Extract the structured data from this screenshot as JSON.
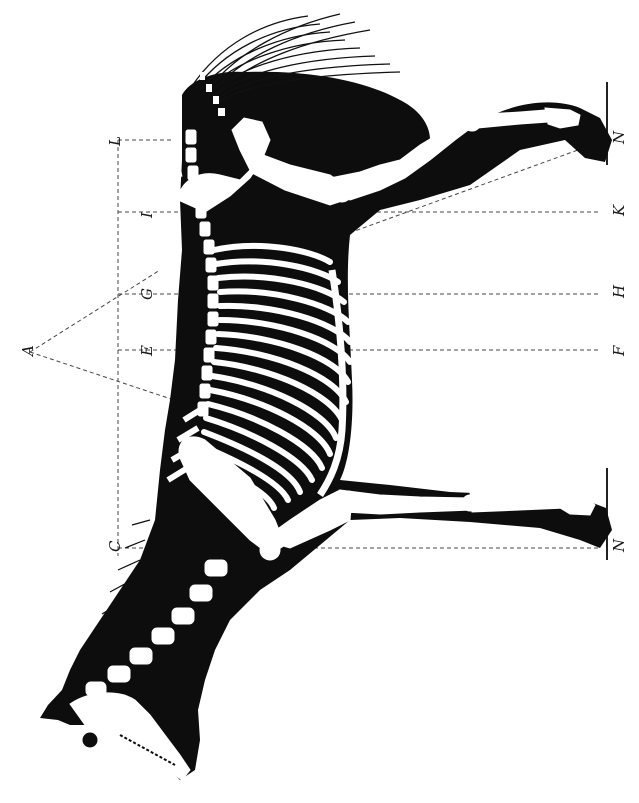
{
  "figure": {
    "description_free": true,
    "colors": {
      "silhouette": "#0d0d0d",
      "bone": "#ffffff",
      "guide_line": "#444444",
      "ground_line": "#222222"
    },
    "labels": {
      "A": "A",
      "C": "C",
      "E": "E",
      "G": "G",
      "I": "I",
      "L": "L",
      "N_left": "N",
      "F": "F",
      "H": "H",
      "K": "K",
      "N_right": "N"
    }
  }
}
